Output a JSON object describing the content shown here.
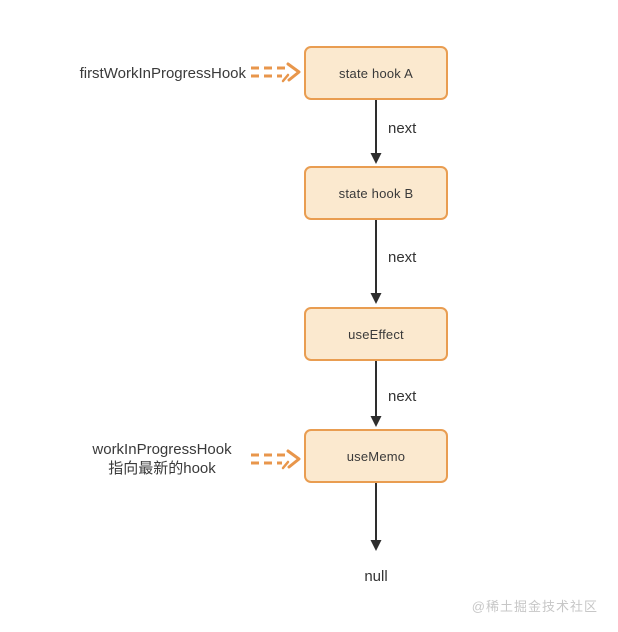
{
  "diagram": {
    "title_context": "hook linked list",
    "colors": {
      "accent": "#e8964b",
      "node-fill": "#fbe9cf",
      "node-border": "#e99d51",
      "ink": "#2e2e2e",
      "text": "#3a3a3a",
      "watermark": "#c7c7c7",
      "bg": "#ffffff"
    },
    "nodes": [
      {
        "label": "state hook A"
      },
      {
        "label": "state hook B"
      },
      {
        "label": "useEffect"
      },
      {
        "label": "useMemo"
      }
    ],
    "edge_label": "next",
    "terminal_label": "null",
    "annotations": [
      {
        "lines": [
          "firstWorkInProgressHook"
        ]
      },
      {
        "lines": [
          "workInProgressHook",
          "指向最新的hook"
        ]
      }
    ],
    "watermark": "@稀土掘金技术社区"
  }
}
